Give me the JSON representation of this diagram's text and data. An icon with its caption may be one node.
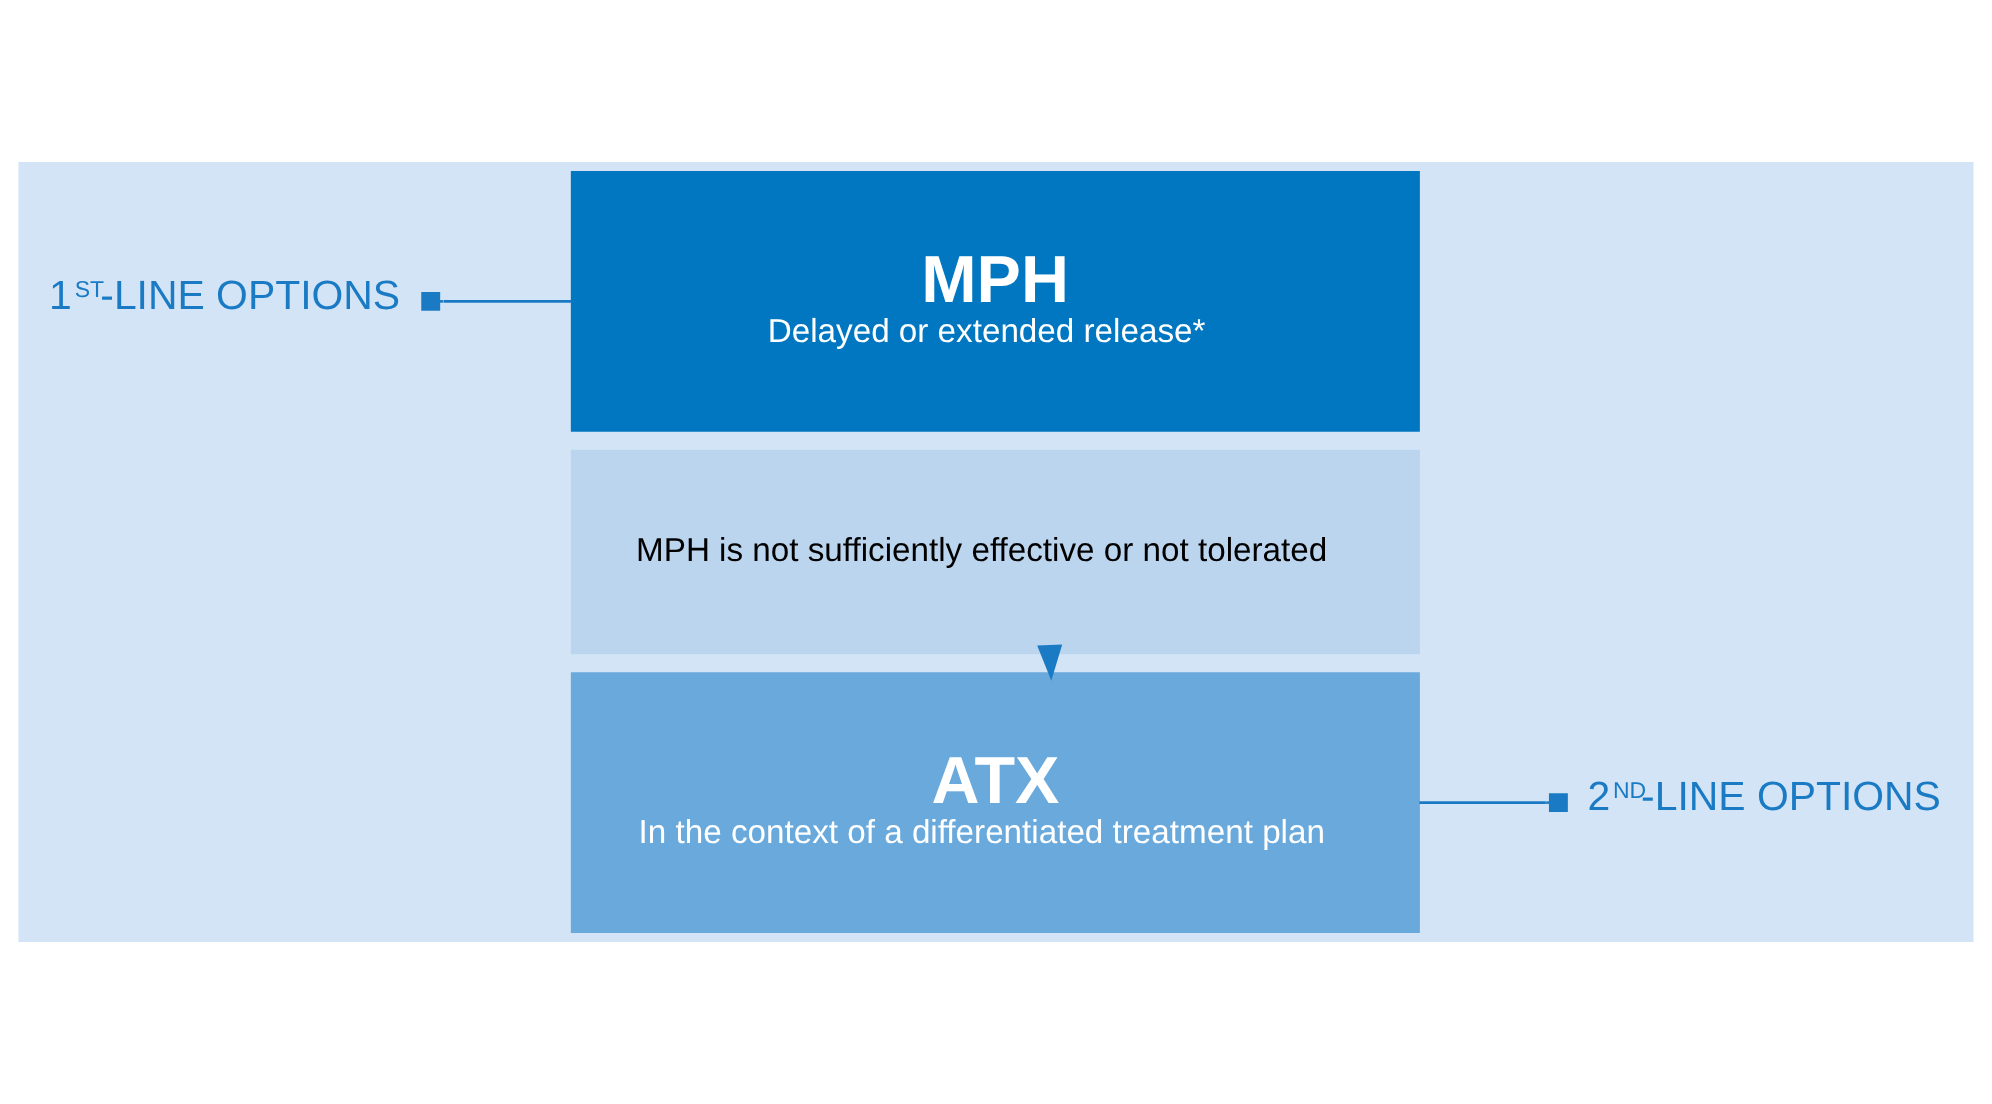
{
  "diagram": {
    "nodes": [
      {
        "text": [
          "1$^{ST}$-LINE OPTIONS"
        ]
      },
      {
        "text": [
          "MPH",
          "Delayed or extended release*"
        ]
      },
      {
        "text": [
          "MPH is not sufficiently effective or not tolerated"
        ]
      },
      {
        "text": [
          "ATX",
          "In the context of a differentiated treatment plan"
        ]
      },
      {
        "text": [
          "2$^{ND}$-LINE OPTIONS"
        ]
      }
    ],
    "edges": [
      {
        "from": 0,
        "to": 1,
        "arrow": "other"
      },
      {
        "from": 2,
        "to": 3,
        "arrow": "to",
        "style": "dashed"
      },
      {
        "from": 4,
        "to": 3,
        "arrow": "other"
      }
    ]
  }
}
